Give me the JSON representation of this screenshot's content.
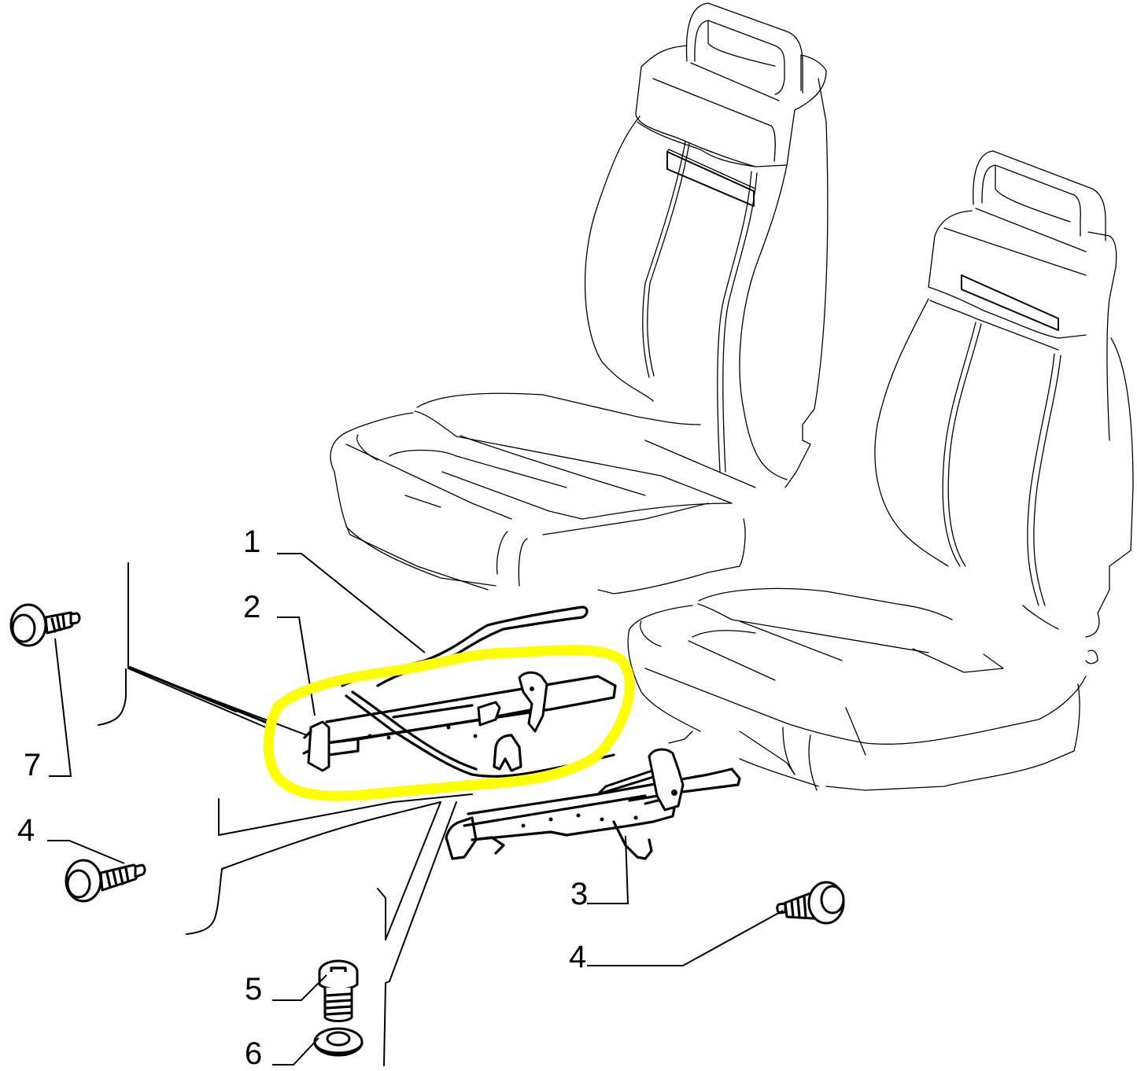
{
  "diagram": {
    "subject": "Front seats with seat slide rails exploded view",
    "highlight_color": "#ffff00",
    "line_color": "#000000",
    "background_color": "#ffffff",
    "callouts": [
      {
        "id": "1",
        "label": "1",
        "part": "seat-rail-cable"
      },
      {
        "id": "2",
        "label": "2",
        "part": "left-seat-rail"
      },
      {
        "id": "3",
        "label": "3",
        "part": "right-seat-rail"
      },
      {
        "id": "4a",
        "label": "4",
        "part": "flange-bolt"
      },
      {
        "id": "4b",
        "label": "4",
        "part": "flange-bolt"
      },
      {
        "id": "5",
        "label": "5",
        "part": "socket-cap-screw"
      },
      {
        "id": "6",
        "label": "6",
        "part": "washer"
      },
      {
        "id": "7",
        "label": "7",
        "part": "flange-bolt"
      }
    ],
    "highlighted_part": "2"
  }
}
